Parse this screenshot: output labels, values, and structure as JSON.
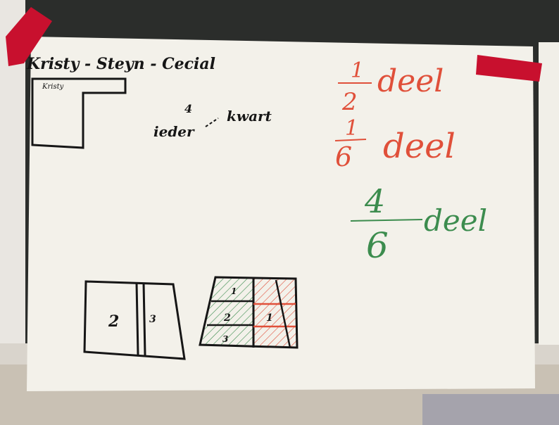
{
  "poster": {
    "names": "Kristy - Steyn - Cecial",
    "corner_label": "Kristy",
    "annotation_number": "4",
    "annotation_word": "ieder",
    "annotation_word2": "kwart"
  },
  "fractions": [
    {
      "numerator": "1",
      "denominator": "2",
      "word": "deel",
      "color": "#e0503a"
    },
    {
      "numerator": "1",
      "denominator": "6",
      "word": "deel",
      "color": "#e0503a"
    },
    {
      "numerator": "4",
      "denominator": "6",
      "word": "deel",
      "color": "#3c8c4e"
    }
  ],
  "diagrams": {
    "left_parts": [
      "2",
      "3"
    ],
    "right_parts": [
      "1",
      "2",
      "1",
      "3"
    ]
  },
  "colors": {
    "chalkboard": "#2b2d2b",
    "paper": "#f3f1ea",
    "magnet": "#c8102e",
    "red_ink": "#e0503a",
    "green_ink": "#3c8c4e"
  }
}
